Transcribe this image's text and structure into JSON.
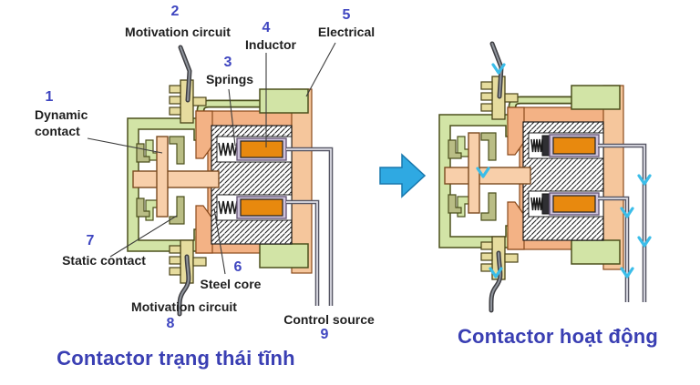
{
  "titles": {
    "left": "Contactor trạng thái tĩnh",
    "right": "Contactor hoạt động"
  },
  "labels": [
    {
      "num": "1",
      "text": "Dynamic contact"
    },
    {
      "num": "2",
      "text": "Motivation circuit"
    },
    {
      "num": "3",
      "text": "Springs"
    },
    {
      "num": "4",
      "text": "Inductor"
    },
    {
      "num": "5",
      "text": "Electrical"
    },
    {
      "num": "6",
      "text": "Steel core"
    },
    {
      "num": "7",
      "text": "Static contact"
    },
    {
      "num": "8",
      "text": "Motivation circuit"
    },
    {
      "num": "9",
      "text": "Control source"
    }
  ],
  "colors": {
    "label_number_blue": "#3f46c0",
    "title_blue": "#3a3fb3",
    "flow_arrow_cyan": "#3bbde9",
    "big_arrow_blue": "#2fa9e2",
    "big_arrow_edge": "#1878ad",
    "coil_orange": "#e8890e",
    "coil_frame_purple": "#cfc3dc",
    "body_peach": "#f3b285",
    "armature_peach": "#f8cfaa",
    "frame_green": "#d2e4a6",
    "terminal_tan": "#e6dc9e",
    "wire_gray": "#565664"
  }
}
